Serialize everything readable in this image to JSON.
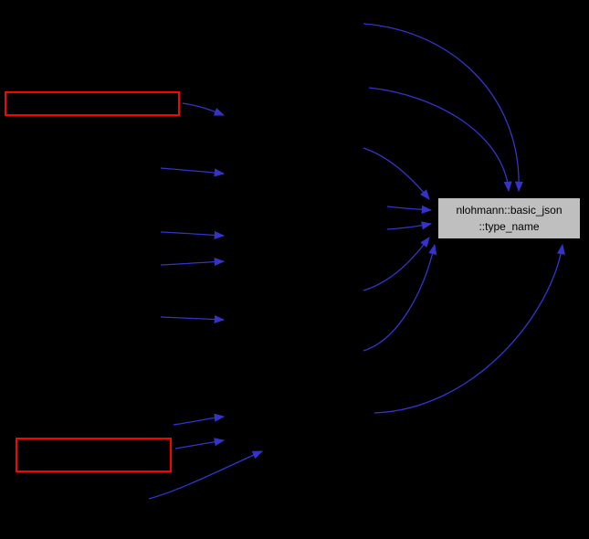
{
  "graph": {
    "type": "caller-graph",
    "colors": {
      "background": "#000000",
      "edge": "#3333cc",
      "node-fill": "#bfbfbf",
      "node-border": "#000000",
      "node-text": "#000000",
      "highlight-border": "#ff0000"
    },
    "target_node": {
      "label_line1": "nlohmann::basic_json",
      "label_line2": "::type_name"
    }
  }
}
